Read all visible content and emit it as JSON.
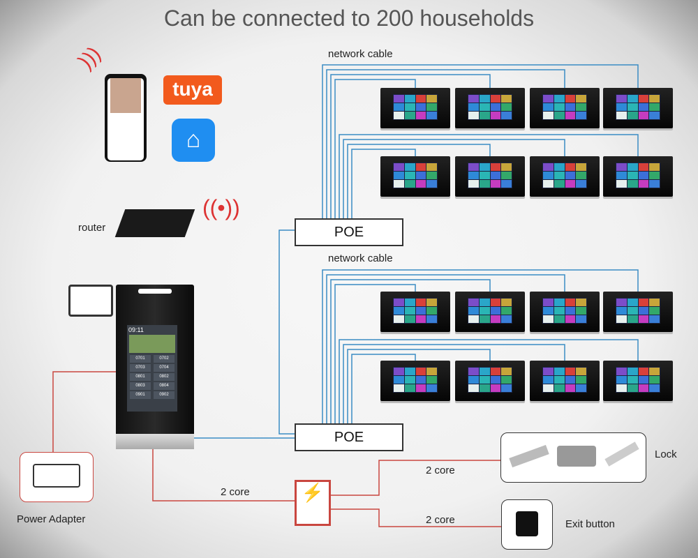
{
  "title": "Can be connected to 200 households",
  "labels": {
    "network_cable_top": "network cable",
    "network_cable_bottom": "network cable",
    "poe_top": "POE",
    "poe_bottom": "POE",
    "router": "router",
    "power_adapter": "Power Adapter",
    "core_left": "2 core",
    "core_lock": "2 core",
    "core_exit": "2 core",
    "lock": "Lock",
    "exit_button": "Exit button"
  },
  "tuya_logo": "tuya",
  "door_station": {
    "time": "09:11",
    "keys": [
      "0701",
      "0702",
      "0703",
      "0704",
      "0801",
      "0802",
      "0803",
      "0804",
      "0901",
      "0902"
    ]
  },
  "colors": {
    "network": "#3a8cc4",
    "power": "#c9463f"
  }
}
